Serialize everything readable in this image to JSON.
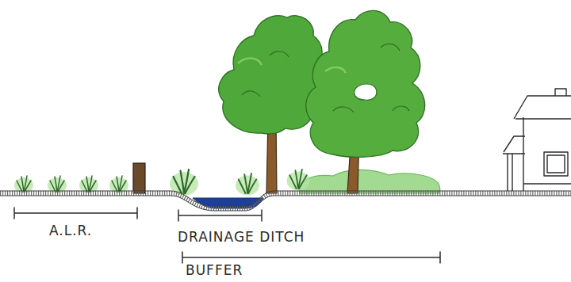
{
  "diagram": {
    "labels": [
      "A.L.R.",
      "DRAINAGE DITCH",
      "BUFFER"
    ]
  }
}
